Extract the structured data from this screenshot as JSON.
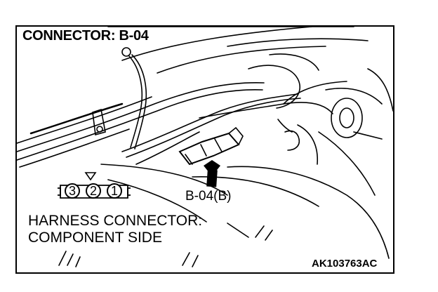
{
  "title": "CONNECTOR: B-04",
  "connector_callout": "B-04(B)",
  "caption_line1": "HARNESS CONNECTOR:",
  "caption_line2": "COMPONENT SIDE",
  "figure_code": "AK103763AC",
  "pins": [
    "3",
    "2",
    "1"
  ],
  "icons": {
    "pin1_marker": "triangle-down-icon",
    "pointer": "arrow-up-icon"
  }
}
